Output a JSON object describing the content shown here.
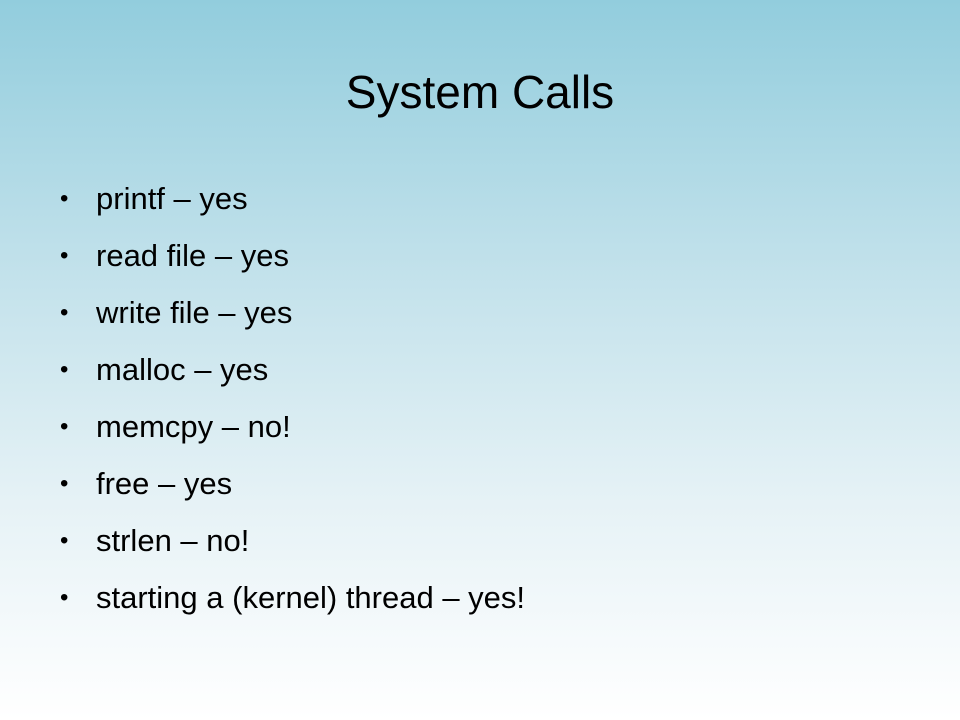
{
  "slide": {
    "title": "System Calls",
    "bullet_glyph": "•",
    "bullets": [
      "printf – yes",
      "read file – yes",
      "write file – yes",
      "malloc – yes",
      "memcpy – no!",
      "free – yes",
      "strlen – no!",
      "starting a (kernel) thread – yes!"
    ]
  },
  "colors": {
    "background_top": "#92cddd",
    "background_bottom": "#ffffff",
    "text": "#000000"
  }
}
